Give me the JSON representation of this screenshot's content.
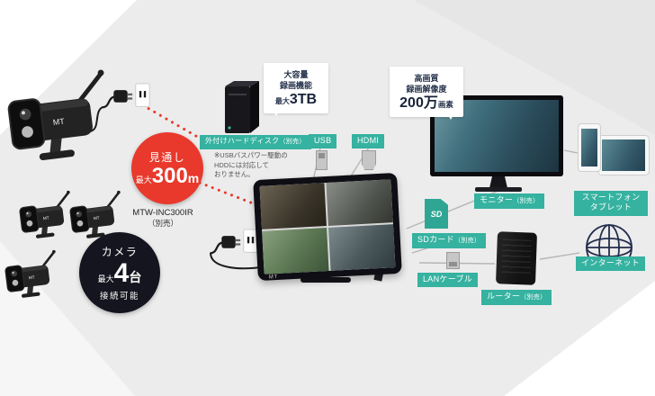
{
  "colors": {
    "accent_teal": "#35b2a0",
    "accent_red": "#e8392c",
    "badge_dark": "#15151f"
  },
  "brand": "MT",
  "range_badge": {
    "title": "見通し",
    "max": "最大",
    "value": "300",
    "unit": "m"
  },
  "camera_badge": {
    "title": "カメラ",
    "max": "最大",
    "value": "4",
    "unit": "台",
    "sub": "接続可能"
  },
  "camera_model": {
    "name": "MTW-INC300IR",
    "note": "（別売）"
  },
  "hdd_bubble": {
    "line1": "大容量",
    "line2": "録画機能",
    "max": "最大",
    "value": "3TB"
  },
  "quality_bubble": {
    "line1": "高画質",
    "line2": "録画解像度",
    "value": "200万",
    "unit": "画素"
  },
  "hdd": {
    "label": "外付けハードディスク",
    "note": "（別売）",
    "caption": "※USBバスパワー駆動の\nHDDには対応して\nおりません。"
  },
  "ports": {
    "usb": "USB",
    "hdmi": "HDMI"
  },
  "monitor": {
    "label": "モニター",
    "note": "（別売）"
  },
  "mobile": {
    "line1": "スマートフォン",
    "line2": "タブレット"
  },
  "sd": {
    "card": "SD",
    "label": "SDカード",
    "note": "（別売）"
  },
  "lan": {
    "label": "LANケーブル"
  },
  "router": {
    "label": "ルーター",
    "note": "（別売）"
  },
  "internet": {
    "label": "インターネット"
  }
}
